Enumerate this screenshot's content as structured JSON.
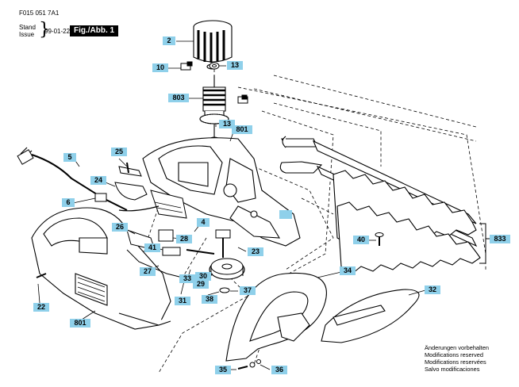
{
  "header": {
    "doc_number": "F015 051 7A1",
    "stand_label": "Stand",
    "issue_label": "Issue",
    "date": "99-01-22",
    "figure_label": "Fig./Abb. 1"
  },
  "notes": [
    "Änderungen vorbehalten",
    "Modifications reserved",
    "Modifications reservées",
    "Salvo modificaciones"
  ],
  "callouts": [
    "2",
    "10",
    "13",
    "803",
    "13",
    "801",
    "5",
    "25",
    "24",
    "6",
    "26",
    "4",
    "28",
    "41",
    "23",
    "27",
    "33",
    "29",
    "30",
    "31",
    "38",
    "37",
    "22",
    "801",
    "34",
    "32",
    "40",
    "833",
    "35",
    "36"
  ]
}
